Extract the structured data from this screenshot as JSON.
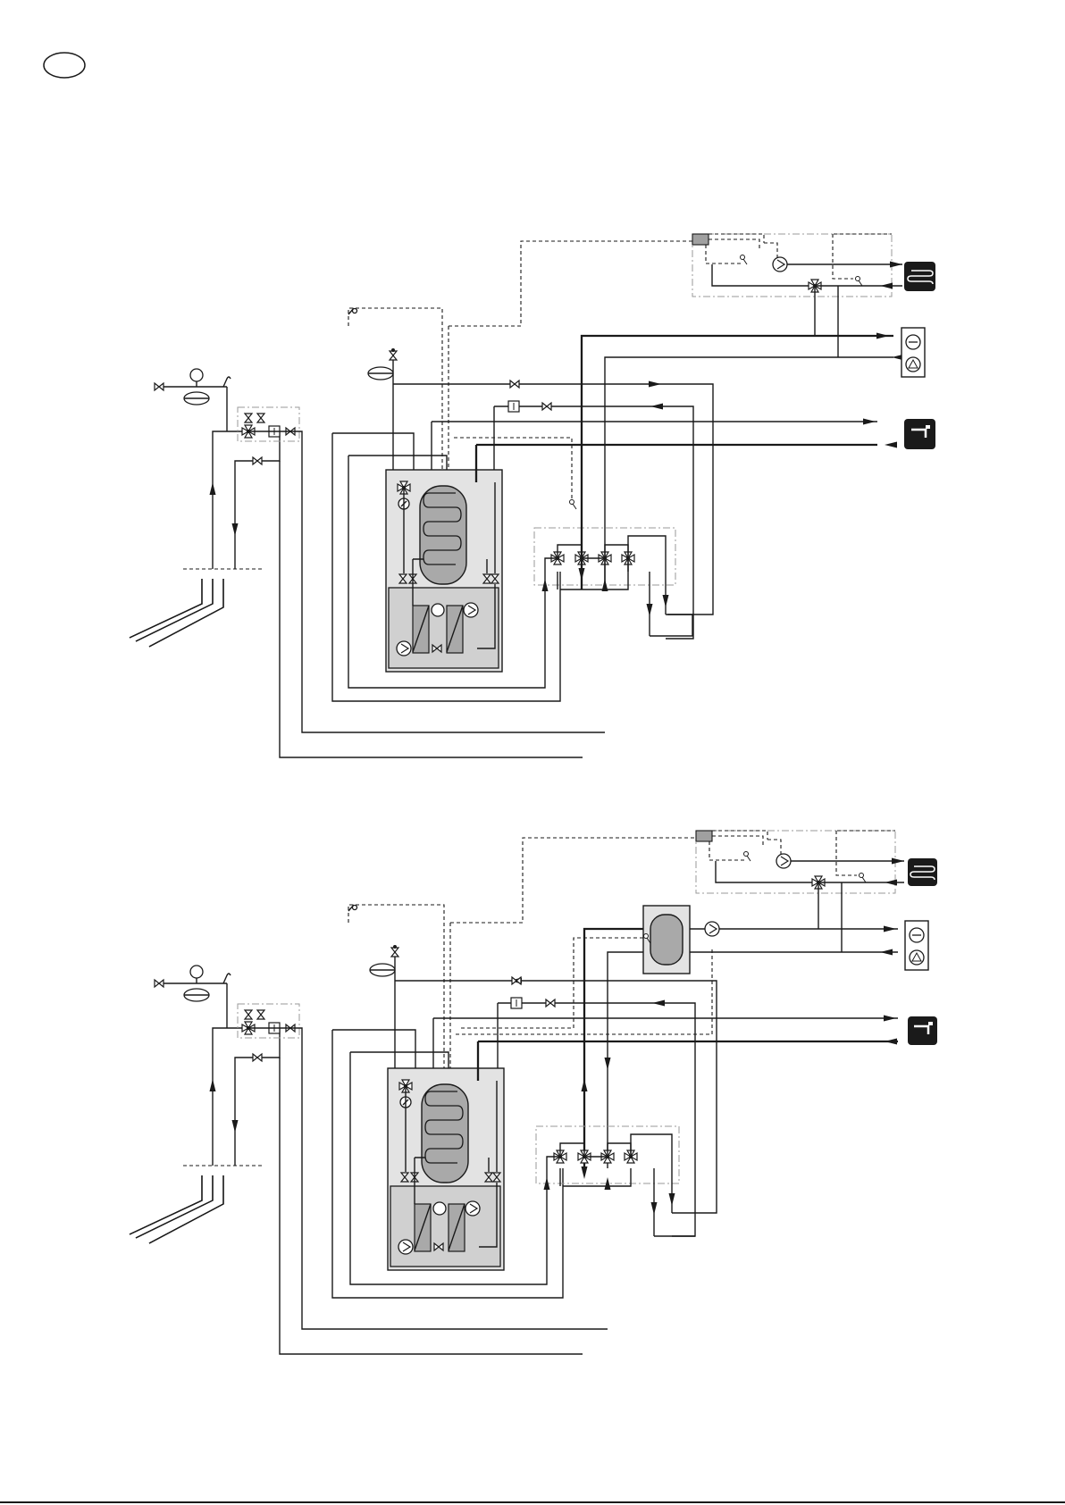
{
  "page": {
    "title": "",
    "section_marker": ""
  },
  "diagrams": [
    {
      "name": "ground-source-heat-pump-system",
      "components": [
        "ground-collector",
        "brine-expansion-vessel",
        "safety-valve",
        "filling-valve-kit",
        "heat-pump-with-water-heater",
        "reversing-valves",
        "outdoor-sensor",
        "room-controller",
        "underfloor-heating-circuit",
        "cooling-circuit",
        "domestic-hot-water"
      ]
    },
    {
      "name": "ground-source-heat-pump-system-with-buffer-tank",
      "components": [
        "ground-collector",
        "brine-expansion-vessel",
        "safety-valve",
        "filling-valve-kit",
        "heat-pump-with-water-heater",
        "reversing-valves",
        "outdoor-sensor",
        "room-controller",
        "buffer-tank",
        "circulation-pump",
        "underfloor-heating-circuit",
        "cooling-circuit",
        "domestic-hot-water"
      ]
    }
  ],
  "icons": {
    "floor_heating": "underfloor-heating-icon",
    "heating_cooling": "heating-cooling-icon",
    "hot_water": "tap-water-icon",
    "pump": "pump-icon",
    "valve": "shut-off-valve-icon",
    "three_way_valve": "three-way-valve-icon",
    "expansion_vessel": "expansion-vessel-icon",
    "heat_exchanger": "heat-exchanger-icon",
    "filter": "filter-icon",
    "sensor": "temperature-sensor-icon"
  },
  "colors": {
    "line": "#1a1a1a",
    "housing": "#e3e3e3",
    "module": "#d0d0d0",
    "tank": "#a9a9a9",
    "dash_dot_frame": "#9a9a9a"
  }
}
